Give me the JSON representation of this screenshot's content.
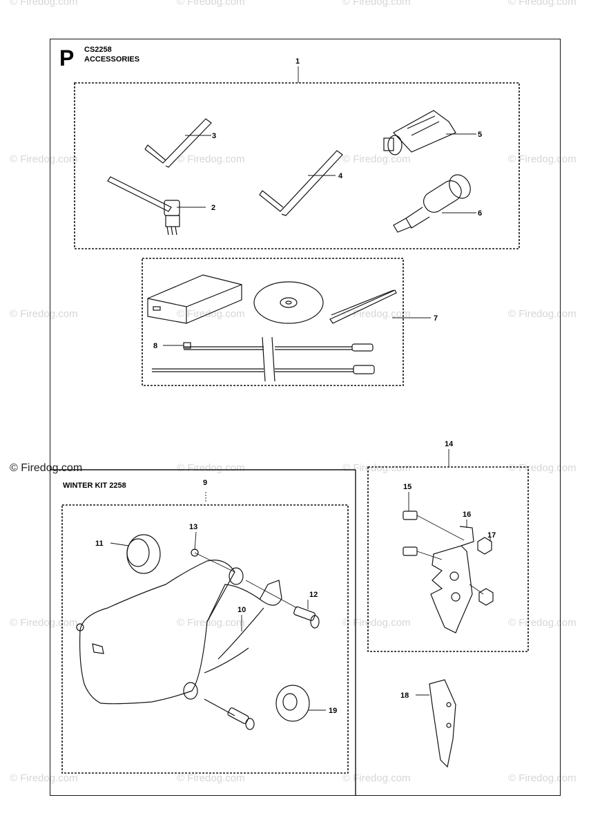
{
  "header": {
    "letter": "P",
    "model": "CS2258",
    "section": "ACCESSORIES"
  },
  "winter_kit": {
    "title": "WINTER KIT 2258"
  },
  "watermark": {
    "text": "© Firedog.com"
  },
  "callouts": {
    "c1": "1",
    "c2": "2",
    "c3": "3",
    "c4": "4",
    "c5": "5",
    "c6": "6",
    "c7": "7",
    "c8": "8",
    "c9": "9",
    "c10": "10",
    "c11": "11",
    "c12": "12",
    "c13": "13",
    "c14": "14",
    "c15": "15",
    "c16": "16",
    "c17": "17",
    "c18": "18",
    "c19": "19"
  }
}
